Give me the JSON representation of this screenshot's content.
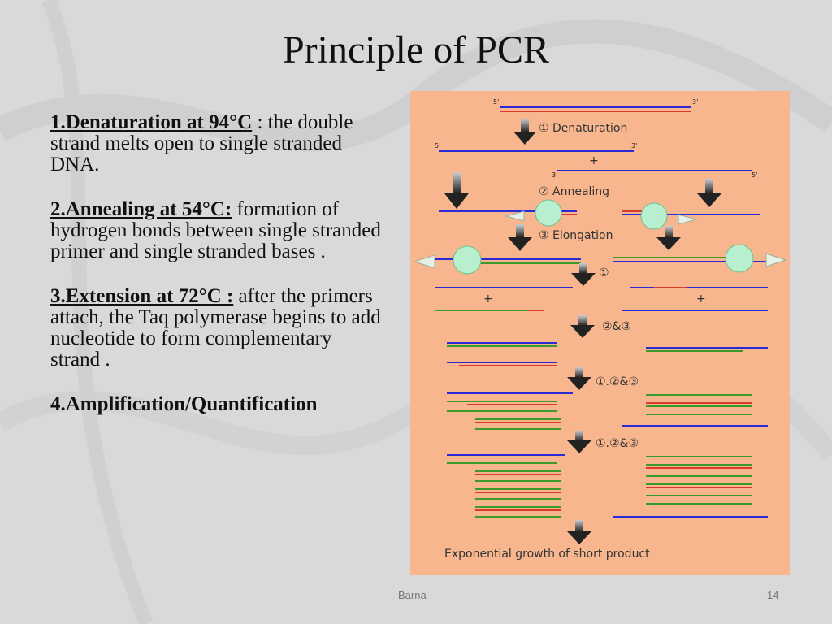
{
  "slide": {
    "title": "Principle of PCR",
    "footer_left": "Barna",
    "page_number": "14"
  },
  "points": [
    {
      "heading": "1.Denaturation at 94°C",
      "text": " : the double strand melts open to single stranded DNA."
    },
    {
      "heading": "2.Annealing at 54°C:",
      "text": " formation of hydrogen bonds between single stranded primer and single stranded bases ."
    },
    {
      "heading": "3.Extension at 72°C :",
      "text": " after the primers attach, the Taq polymerase begins to add nucleotide to form complementary strand ."
    },
    {
      "heading": "4.Amplification/Quantification",
      "text": ""
    }
  ],
  "diagram": {
    "steps": {
      "denaturation": "① Denaturation",
      "annealing": "② Annealing",
      "elongation": "③ Elongation",
      "cycle_1": "①",
      "cycle_2_3": "②&③",
      "cycle_123_a": "①.②&③",
      "cycle_123_b": "①.②&③"
    },
    "plus": "+",
    "end_5": "5'",
    "end_3": "3'",
    "result": "Exponential growth of short product",
    "colors": {
      "strand": "#2b2bd6",
      "primer": "#d93a2b",
      "new": "#3a9a2a",
      "arrow": "#333333",
      "panel": "#f7b68d"
    }
  }
}
